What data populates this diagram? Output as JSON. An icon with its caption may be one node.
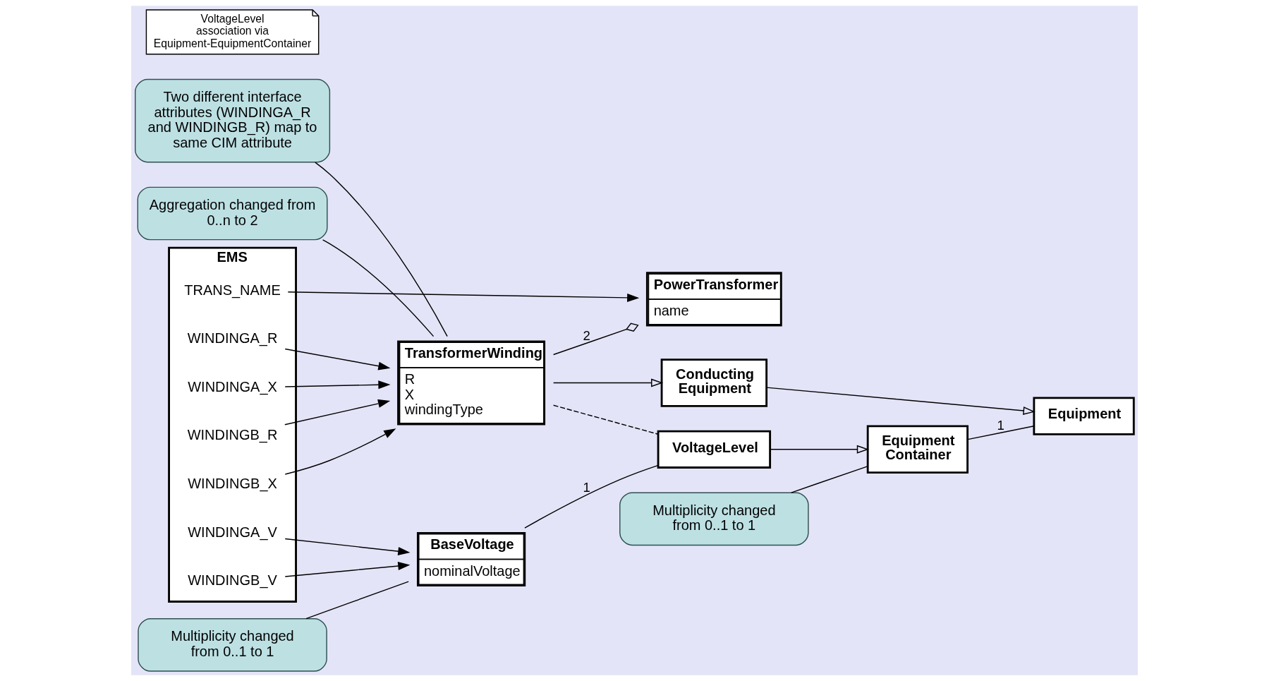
{
  "diagram": {
    "nodes": [
      {
        "text": [
          "Two different interface attributes (WINDINGA_R and WINDINGB_R) map to same CIM attribute"
        ]
      },
      {
        "text": [
          "Aggregation changed from 0..n to 2"
        ]
      },
      {
        "text": [
          "Equipment"
        ]
      },
      {
        "text": [
          "Multiplicity changed from 0..1 to 1"
        ]
      },
      {
        "text": [
          "PowerTransformer",
          "name"
        ]
      },
      {
        "text": [
          "Conducting Equipment"
        ]
      },
      {
        "text": [
          "EMS"
        ]
      },
      {
        "text": [
          "TRANS_NAME"
        ],
        "in": 6
      },
      {
        "text": [
          "WINDINGA_R"
        ],
        "in": 6
      },
      {
        "text": [
          "WINDINGA_X"
        ],
        "in": 6
      },
      {
        "text": [
          "WINDINGB_R"
        ],
        "in": 6
      },
      {
        "text": [
          "WINDINGB_X"
        ],
        "in": 6
      },
      {
        "text": [
          "WINDINGA_V"
        ],
        "in": 6
      },
      {
        "text": [
          "WINDINGB_V"
        ],
        "in": 6
      },
      {
        "text": [
          "Equipment Container"
        ]
      },
      {
        "text": [
          "TransformerWinding",
          "R",
          "X",
          "windingType"
        ]
      },
      {
        "text": [
          "VoltageLevel"
        ]
      },
      {
        "text": [
          "VoltageLevel association via Equipment-EquipmentContainer"
        ]
      },
      {
        "text": [
          "BaseVoltage",
          "nominalVoltage"
        ]
      },
      {
        "text": [
          "Multiplicity changed from 0..1 to 1"
        ]
      }
    ],
    "edges": [
      {
        "from": 7,
        "to": 4,
        "arrow": "to"
      },
      {
        "from": 8,
        "to": 15,
        "arrow": "to"
      },
      {
        "from": 9,
        "to": 15,
        "arrow": "to"
      },
      {
        "from": 10,
        "to": 15,
        "arrow": "to"
      },
      {
        "from": 11,
        "to": 15,
        "arrow": "to"
      },
      {
        "from": 12,
        "to": 18,
        "arrow": "to"
      },
      {
        "from": 13,
        "to": 18,
        "arrow": "to"
      },
      {
        "from": 15,
        "to": 4,
        "arrow": "other",
        "label": "2"
      },
      {
        "from": 5,
        "to": 2,
        "arrow": "to"
      },
      {
        "from": 15,
        "to": 5,
        "arrow": "to"
      },
      {
        "from": 14,
        "to": 2,
        "arrow": "none",
        "label": "1"
      },
      {
        "from": 16,
        "to": 14,
        "arrow": "to"
      },
      {
        "from": 15,
        "to": 16,
        "arrow": "none",
        "style": "dashed"
      },
      {
        "from": 18,
        "to": 16,
        "arrow": "none",
        "label": "1"
      },
      {
        "from": 0,
        "to": 15,
        "arrow": "none"
      },
      {
        "from": 1,
        "to": 15,
        "arrow": "none"
      },
      {
        "from": 3,
        "to": 14,
        "arrow": "none"
      },
      {
        "from": 19,
        "to": 18,
        "arrow": "none"
      }
    ]
  }
}
